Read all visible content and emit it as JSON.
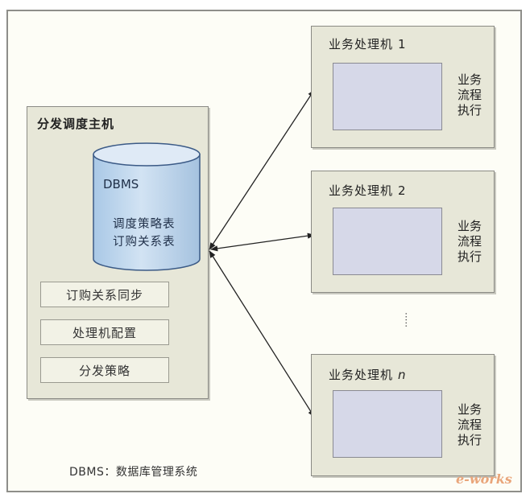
{
  "host": {
    "title": "分发调度主机",
    "db": {
      "label": "DBMS",
      "tables": [
        "调度策略表",
        "订购关系表"
      ]
    },
    "functions": [
      "订购关系同步",
      "处理机配置",
      "分发策略"
    ]
  },
  "processors": [
    {
      "title": "业务处理机",
      "number": "1",
      "side_label": "业务流程执行"
    },
    {
      "title": "业务处理机",
      "number": "2",
      "side_label": "业务流程执行"
    },
    {
      "title": "业务处理机",
      "number": "n",
      "side_label": "业务流程执行"
    }
  ],
  "ellipsis": "·····",
  "footnote": "DBMS：数据库管理系统",
  "watermark": "e-works",
  "colors": {
    "node_fill": "#f2e11b",
    "node_stroke": "#9a8a00",
    "db_fill": "#c3d9ee",
    "panel_fill": "#d6d8e8"
  }
}
